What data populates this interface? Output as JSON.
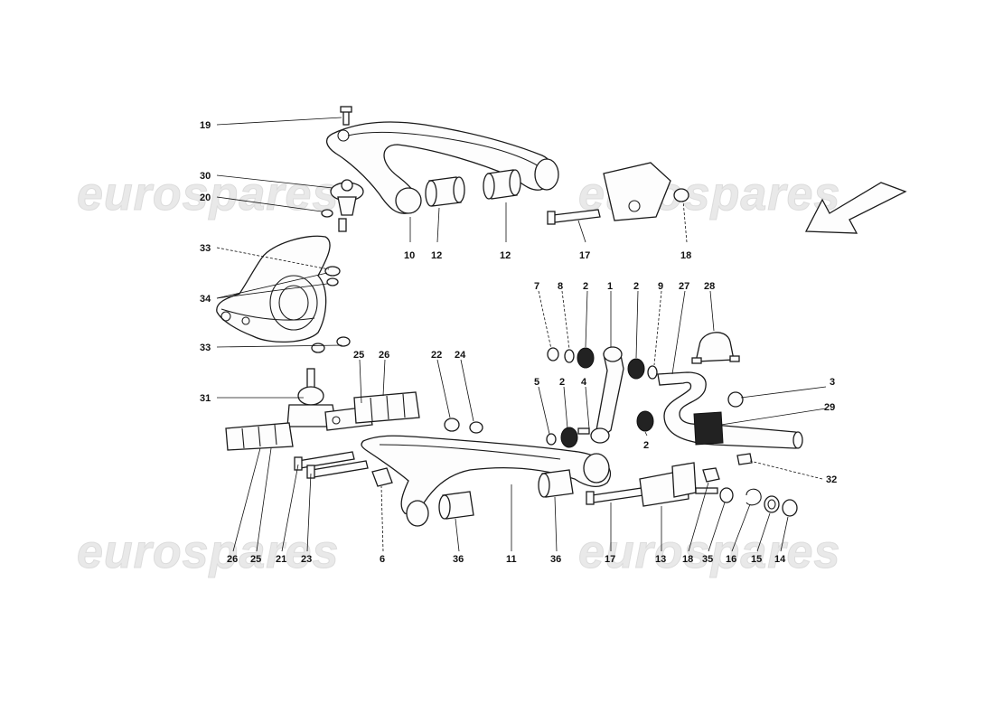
{
  "watermark": {
    "text": "eurospares"
  },
  "callouts": [
    "19",
    "30",
    "20",
    "33",
    "34",
    "33",
    "31",
    "10",
    "12",
    "12",
    "17",
    "18",
    "7",
    "8",
    "2",
    "1",
    "2",
    "9",
    "27",
    "28",
    "25",
    "26",
    "22",
    "24",
    "5",
    "2",
    "4",
    "3",
    "29",
    "2",
    "32",
    "26",
    "25",
    "21",
    "23",
    "6",
    "36",
    "11",
    "36",
    "17",
    "13",
    "18",
    "35",
    "16",
    "15",
    "14"
  ]
}
